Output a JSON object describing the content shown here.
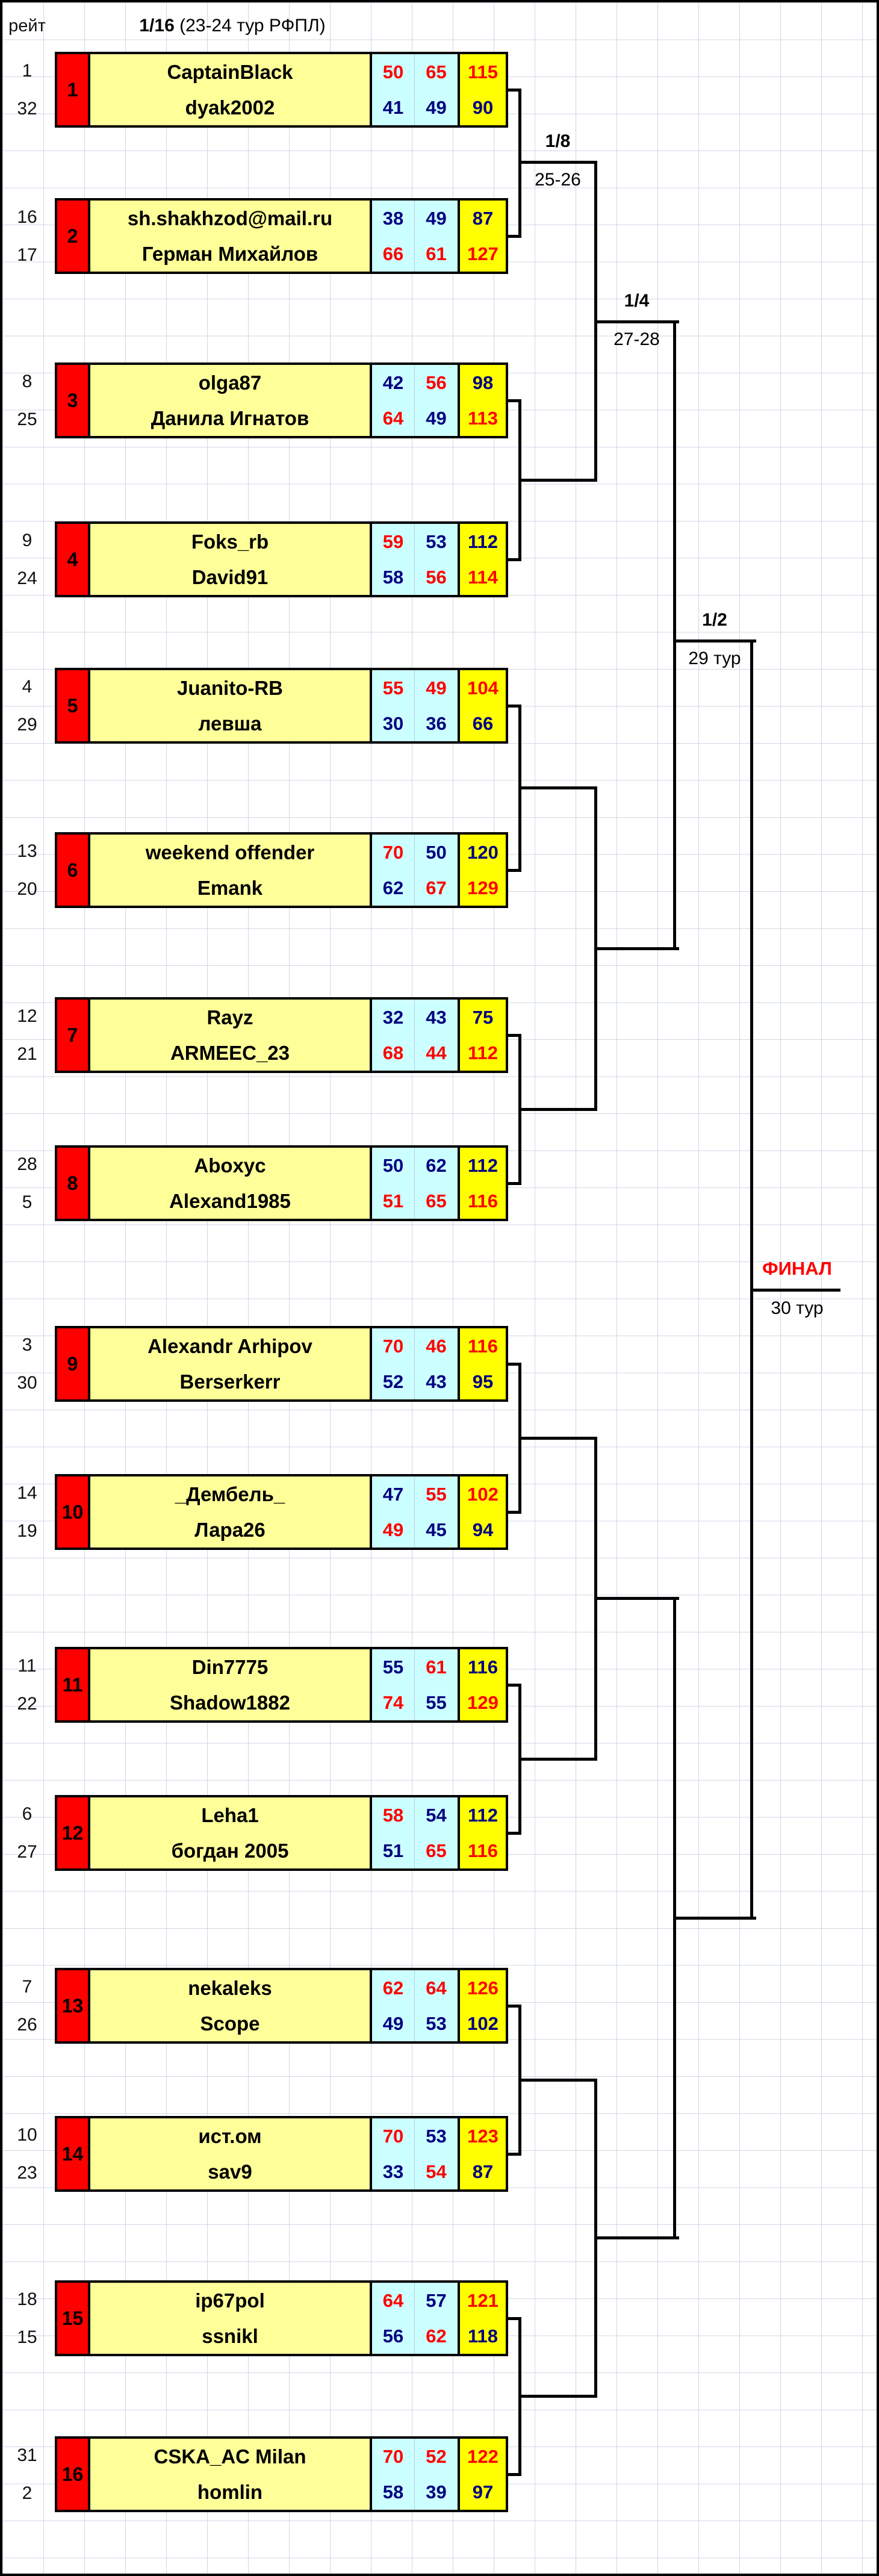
{
  "header": {
    "rating_column_label": "рейт",
    "stage_title_bold": "1/16",
    "stage_title_rest": " (23-24 тур РФПЛ)"
  },
  "rounds": {
    "r8": {
      "title": "1/8",
      "tours": "25-26"
    },
    "r4": {
      "title": "1/4",
      "tours": "27-28"
    },
    "r2": {
      "title": "1/2",
      "tours": "29 тур"
    },
    "final": {
      "title": "ФИНАЛ",
      "tours": "30 тур"
    }
  },
  "colors": {
    "win_score": "#ff0000",
    "lose_score": "#000080",
    "seed_bg": "#ff0000",
    "name_bg": "#ffff99",
    "legs_bg": "#ccffff",
    "total_bg": "#ffff00"
  },
  "matches": [
    {
      "seed": "1",
      "players": [
        {
          "rating": "1",
          "name": "CaptainBlack",
          "leg1": "50",
          "leg1_color": "red",
          "leg2": "65",
          "leg2_color": "red",
          "total": "115",
          "total_color": "red"
        },
        {
          "rating": "32",
          "name": "dyak2002",
          "leg1": "41",
          "leg1_color": "blue",
          "leg2": "49",
          "leg2_color": "blue",
          "total": "90",
          "total_color": "blue"
        }
      ]
    },
    {
      "seed": "2",
      "players": [
        {
          "rating": "16",
          "name": "sh.shakhzod@mail.ru",
          "leg1": "38",
          "leg1_color": "blue",
          "leg2": "49",
          "leg2_color": "blue",
          "total": "87",
          "total_color": "blue"
        },
        {
          "rating": "17",
          "name": "Герман Михайлов",
          "leg1": "66",
          "leg1_color": "red",
          "leg2": "61",
          "leg2_color": "red",
          "total": "127",
          "total_color": "red"
        }
      ]
    },
    {
      "seed": "3",
      "players": [
        {
          "rating": "8",
          "name": "olga87",
          "leg1": "42",
          "leg1_color": "blue",
          "leg2": "56",
          "leg2_color": "red",
          "total": "98",
          "total_color": "blue"
        },
        {
          "rating": "25",
          "name": "Данила Игнатов",
          "leg1": "64",
          "leg1_color": "red",
          "leg2": "49",
          "leg2_color": "blue",
          "total": "113",
          "total_color": "red"
        }
      ]
    },
    {
      "seed": "4",
      "players": [
        {
          "rating": "9",
          "name": "Foks_rb",
          "leg1": "59",
          "leg1_color": "red",
          "leg2": "53",
          "leg2_color": "blue",
          "total": "112",
          "total_color": "blue"
        },
        {
          "rating": "24",
          "name": "David91",
          "leg1": "58",
          "leg1_color": "blue",
          "leg2": "56",
          "leg2_color": "red",
          "total": "114",
          "total_color": "red"
        }
      ]
    },
    {
      "seed": "5",
      "players": [
        {
          "rating": "4",
          "name": "Juanito-RB",
          "leg1": "55",
          "leg1_color": "red",
          "leg2": "49",
          "leg2_color": "red",
          "total": "104",
          "total_color": "red"
        },
        {
          "rating": "29",
          "name": "левша",
          "leg1": "30",
          "leg1_color": "blue",
          "leg2": "36",
          "leg2_color": "blue",
          "total": "66",
          "total_color": "blue"
        }
      ]
    },
    {
      "seed": "6",
      "players": [
        {
          "rating": "13",
          "name": "weekend offender",
          "leg1": "70",
          "leg1_color": "red",
          "leg2": "50",
          "leg2_color": "blue",
          "total": "120",
          "total_color": "blue"
        },
        {
          "rating": "20",
          "name": "Emank",
          "leg1": "62",
          "leg1_color": "blue",
          "leg2": "67",
          "leg2_color": "red",
          "total": "129",
          "total_color": "red"
        }
      ]
    },
    {
      "seed": "7",
      "players": [
        {
          "rating": "12",
          "name": "Rayz",
          "leg1": "32",
          "leg1_color": "blue",
          "leg2": "43",
          "leg2_color": "blue",
          "total": "75",
          "total_color": "blue"
        },
        {
          "rating": "21",
          "name": "ARMEEC_23",
          "leg1": "68",
          "leg1_color": "red",
          "leg2": "44",
          "leg2_color": "red",
          "total": "112",
          "total_color": "red"
        }
      ]
    },
    {
      "seed": "8",
      "players": [
        {
          "rating": "28",
          "name": "Aboxyc",
          "leg1": "50",
          "leg1_color": "blue",
          "leg2": "62",
          "leg2_color": "blue",
          "total": "112",
          "total_color": "blue"
        },
        {
          "rating": "5",
          "name": "Alexand1985",
          "leg1": "51",
          "leg1_color": "red",
          "leg2": "65",
          "leg2_color": "red",
          "total": "116",
          "total_color": "red"
        }
      ]
    },
    {
      "seed": "9",
      "players": [
        {
          "rating": "3",
          "name": "Alexandr Arhipov",
          "leg1": "70",
          "leg1_color": "red",
          "leg2": "46",
          "leg2_color": "red",
          "total": "116",
          "total_color": "red"
        },
        {
          "rating": "30",
          "name": "Berserkerr",
          "leg1": "52",
          "leg1_color": "blue",
          "leg2": "43",
          "leg2_color": "blue",
          "total": "95",
          "total_color": "blue"
        }
      ]
    },
    {
      "seed": "10",
      "players": [
        {
          "rating": "14",
          "name": "_Дембель_",
          "leg1": "47",
          "leg1_color": "blue",
          "leg2": "55",
          "leg2_color": "red",
          "total": "102",
          "total_color": "red"
        },
        {
          "rating": "19",
          "name": "Лара26",
          "leg1": "49",
          "leg1_color": "red",
          "leg2": "45",
          "leg2_color": "blue",
          "total": "94",
          "total_color": "blue"
        }
      ]
    },
    {
      "seed": "11",
      "players": [
        {
          "rating": "11",
          "name": "Din7775",
          "leg1": "55",
          "leg1_color": "blue",
          "leg2": "61",
          "leg2_color": "red",
          "total": "116",
          "total_color": "blue"
        },
        {
          "rating": "22",
          "name": "Shadow1882",
          "leg1": "74",
          "leg1_color": "red",
          "leg2": "55",
          "leg2_color": "blue",
          "total": "129",
          "total_color": "red"
        }
      ]
    },
    {
      "seed": "12",
      "players": [
        {
          "rating": "6",
          "name": "Leha1",
          "leg1": "58",
          "leg1_color": "red",
          "leg2": "54",
          "leg2_color": "blue",
          "total": "112",
          "total_color": "blue"
        },
        {
          "rating": "27",
          "name": "богдан 2005",
          "leg1": "51",
          "leg1_color": "blue",
          "leg2": "65",
          "leg2_color": "red",
          "total": "116",
          "total_color": "red"
        }
      ]
    },
    {
      "seed": "13",
      "players": [
        {
          "rating": "7",
          "name": "nekaleks",
          "leg1": "62",
          "leg1_color": "red",
          "leg2": "64",
          "leg2_color": "red",
          "total": "126",
          "total_color": "red"
        },
        {
          "rating": "26",
          "name": "Scope",
          "leg1": "49",
          "leg1_color": "blue",
          "leg2": "53",
          "leg2_color": "blue",
          "total": "102",
          "total_color": "blue"
        }
      ]
    },
    {
      "seed": "14",
      "players": [
        {
          "rating": "10",
          "name": "ист.ом",
          "leg1": "70",
          "leg1_color": "red",
          "leg2": "53",
          "leg2_color": "blue",
          "total": "123",
          "total_color": "red"
        },
        {
          "rating": "23",
          "name": "sav9",
          "leg1": "33",
          "leg1_color": "blue",
          "leg2": "54",
          "leg2_color": "red",
          "total": "87",
          "total_color": "blue"
        }
      ]
    },
    {
      "seed": "15",
      "players": [
        {
          "rating": "18",
          "name": "ip67pol",
          "leg1": "64",
          "leg1_color": "red",
          "leg2": "57",
          "leg2_color": "blue",
          "total": "121",
          "total_color": "red"
        },
        {
          "rating": "15",
          "name": "ssnikl",
          "leg1": "56",
          "leg1_color": "blue",
          "leg2": "62",
          "leg2_color": "red",
          "total": "118",
          "total_color": "blue"
        }
      ]
    },
    {
      "seed": "16",
      "players": [
        {
          "rating": "31",
          "name": "CSKA_AC Milan",
          "leg1": "70",
          "leg1_color": "red",
          "leg2": "52",
          "leg2_color": "red",
          "total": "122",
          "total_color": "red"
        },
        {
          "rating": "2",
          "name": "homlin",
          "leg1": "58",
          "leg1_color": "blue",
          "leg2": "39",
          "leg2_color": "blue",
          "total": "97",
          "total_color": "blue"
        }
      ]
    }
  ]
}
